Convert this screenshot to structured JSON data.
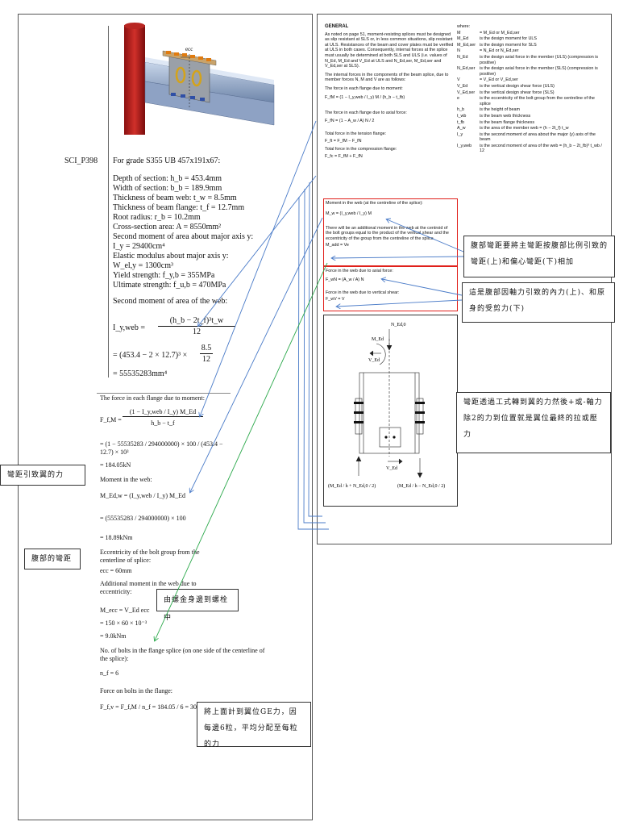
{
  "left": {
    "sci_label": "SCI_P398",
    "ecc_label": "ecc",
    "grade_title": "For grade S355 UB 457x191x67:",
    "props": [
      "Depth of section: h_b = 453.4mm",
      "Width of section: b_b = 189.9mm",
      "Thickness of beam web: t_w = 8.5mm",
      "Thickness of beam flange: t_f = 12.7mm",
      "Root radius: r_b = 10.2mm",
      "Cross-section area: A = 8550mm²",
      "Second moment of area about major axis y:",
      "I_y = 29400cm⁴",
      "Elastic modulus about major axis y:",
      "W_el,y = 1300cm³",
      "Yield strength: f_y,b = 355MPa",
      "Ultimate strength: f_u,b = 470MPa"
    ],
    "web_moment_title": "Second moment of area of the web:",
    "web_formula_lhs": "I_y,web =",
    "web_formula_num": "(h_b − 2t_f)³t_w",
    "web_formula_den": "12",
    "web_calc_1": "= (453.4 − 2 × 12.7)³ ×",
    "web_calc_1_num": "8.5",
    "web_calc_1_den": "12",
    "web_calc_2": "= 55535283mm⁴",
    "lower": [
      "The force in each flange due to moment:",
      "= 184.05kN",
      "Moment in the web:",
      "= 18.89kNm",
      "Eccentricity of the bolt group from the centerline of splice:",
      "ecc = 60mm",
      "Additional moment in the web due to eccentricity:",
      "M_ecc = V_Ed ecc",
      "= 150 × 60 × 10⁻³",
      "= 9.0kNm",
      "No. of bolts in the flange splice (on one side of the centerline of the splice):",
      "n_f = 6",
      "Force on bolts in the flange:"
    ],
    "f_fm_lhs": "F_f,M =",
    "f_fm_num": "(1 − I_y,web / I_y) M_Ed",
    "f_fm_den": "h_b − t_f",
    "f_fm_calc": "= (1 − 55535283 / 294000000) × 100 / (453.4 − 12.7) × 10³",
    "m_web_lhs": "M_Ed,w = (I_y,web / I_y) M_Ed",
    "m_web_calc": "= (55535283 / 294000000) × 100",
    "f_bolt": "F_f,v = F_f,M / n_f = 184.05 / 6 = 30.67kN"
  },
  "right": {
    "general_title": "GENERAL",
    "general_para": "As noted on page 51, moment-resisting splices must be designed as slip resistant at SLS or, in less common situations, slip resistant at ULS. Resistances of the beam and cover plates must be verified at ULS in both cases. Consequently, internal forces at the splice must usually be determined at both SLS and ULS (i.e. values of N_Ed, M_Ed and V_Ed at ULS and N_Ed,ser, M_Ed,ser and V_Ed,ser at SLS).",
    "internal_para": "The internal forces in the components of the beam splice, due to member forces N, M and V are as follows:",
    "flange_moment_title": "The force in each flange due to moment:",
    "flange_moment_eq": "F_fM = (1 − I_y,web / I_y) M / (h_b − t_fb)",
    "flange_axial_title": "The force in each flange due to axial force:",
    "flange_axial_eq": "F_fN = (1 − A_w / A) N / 2",
    "tension_title": "Total force in the tension flange:",
    "tension_eq": "F_ft = F_fM − F_fN",
    "compression_title": "Total force in the compression flange:",
    "compression_eq": "F_fc = F_fM + F_fN",
    "web_moment_title": "Moment in the web (at the centreline of the splice):",
    "web_moment_eq": "M_w = (I_y,web / I_y) M",
    "additional_para": "There will be an additional moment in the web at the centroid of the bolt groups equal to the product of the vertical shear and the eccentricity of the group from the centreline of the splice.",
    "m_add_eq": "M_add = Ve",
    "web_axial_title": "Force in the web due to axial force:",
    "web_axial_eq": "F_wN = (A_w / A) N",
    "web_shear_title": "Force in the web due to vertical shear:",
    "web_shear_eq": "F_wV = V",
    "where_title": "where:",
    "where_items": [
      [
        "M",
        "= M_Ed or M_Ed,ser"
      ],
      [
        "M_Ed",
        "is the design moment for ULS"
      ],
      [
        "M_Ed,ser",
        "is the design moment for SLS"
      ],
      [
        "N",
        "= N_Ed or N_Ed,ser"
      ],
      [
        "N_Ed",
        "is the design axial force in the member (ULS) (compression is positive)"
      ],
      [
        "N_Ed,ser",
        "is the design axial force in the member (SLS) (compression is positive)"
      ],
      [
        "V",
        "= V_Ed or V_Ed,ser"
      ],
      [
        "V_Ed",
        "is the vertical design shear force (ULS)"
      ],
      [
        "V_Ed,ser",
        "is the vertical design shear force (SLS)"
      ],
      [
        "e",
        "is the eccentricity of the bolt group from the centreline of the splice"
      ],
      [
        "h_b",
        "is the height of beam"
      ],
      [
        "t_wb",
        "is the beam web thickness"
      ],
      [
        "t_fb",
        "is the beam flange thickness"
      ],
      [
        "A_w",
        "is the area of the member web = (h − 2t_f) t_w"
      ],
      [
        "I_y",
        "is the second moment of area about the major (y) axis of the beam"
      ],
      [
        "I_y,web",
        "is the second moment of area of the web = (h_b − 2t_fb)³ t_wb / 12"
      ]
    ],
    "diagram_labels": {
      "n_top": "N_Ed,0",
      "m_top": "M_Ed",
      "v_top": "V_Ed",
      "v_bottom": "V_Ed",
      "left_force": "(M_Ed / h + N_Ed,0 / 2)",
      "right_force": "(M_Ed / h − N_Ed,0 / 2)"
    }
  },
  "notes": {
    "note1": "腹部彎距要將主彎距按腹部比例引致的彎距(上)和偏心彎距(下)相加",
    "note2": "這是腹部因軸力引致的內力(上)、和原身的受剪力(下)",
    "note3": "彎距透過工式轉到翼的力然後+或-軸力除2的力到位置就是翼位最終的拉或壓力",
    "note4": "彎距引致翼的力",
    "note5": "腹部的彎距",
    "note6": "由螺金身邊到螺栓中",
    "note7": "將上面計到翼位GE力，因每邊6粒，平均分配至每粒的力"
  }
}
